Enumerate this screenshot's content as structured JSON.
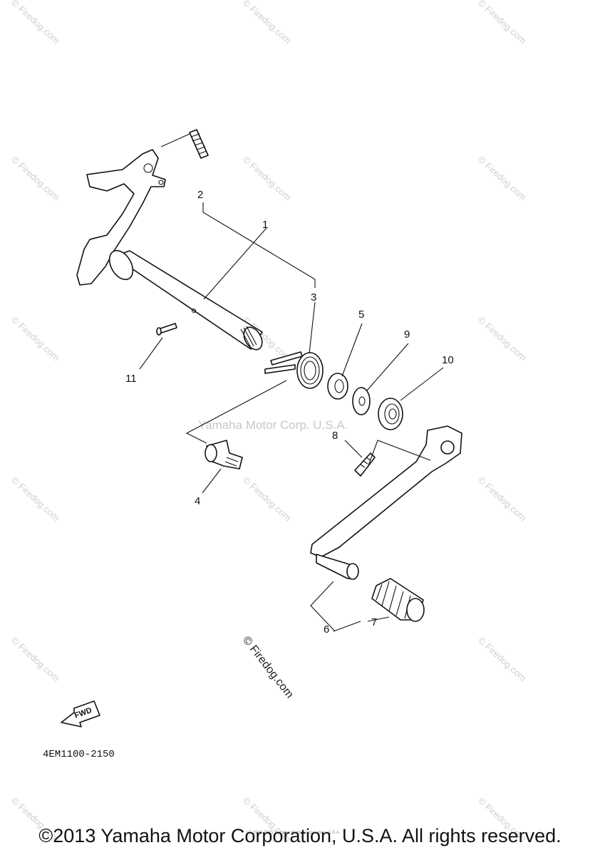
{
  "watermarks": {
    "repeated": "© Firedog.com",
    "center": "Yamaha Motor Corp. U.S.A.",
    "diagonal": "© Firedog.com",
    "tiny": "(c) 2000-2015 Yamaha Motor Corporation, U.S.A."
  },
  "callouts": {
    "c1": "1",
    "c2": "2",
    "c3": "3",
    "c4": "4",
    "c5": "5",
    "c6": "6",
    "c7": "7",
    "c8": "8",
    "c9": "9",
    "c10": "10",
    "c11": "11"
  },
  "fwd_label": "FWD",
  "diagram_code": "4EM1100-2150",
  "copyright": "©2013 Yamaha Motor Corporation, U.S.A. All rights reserved."
}
